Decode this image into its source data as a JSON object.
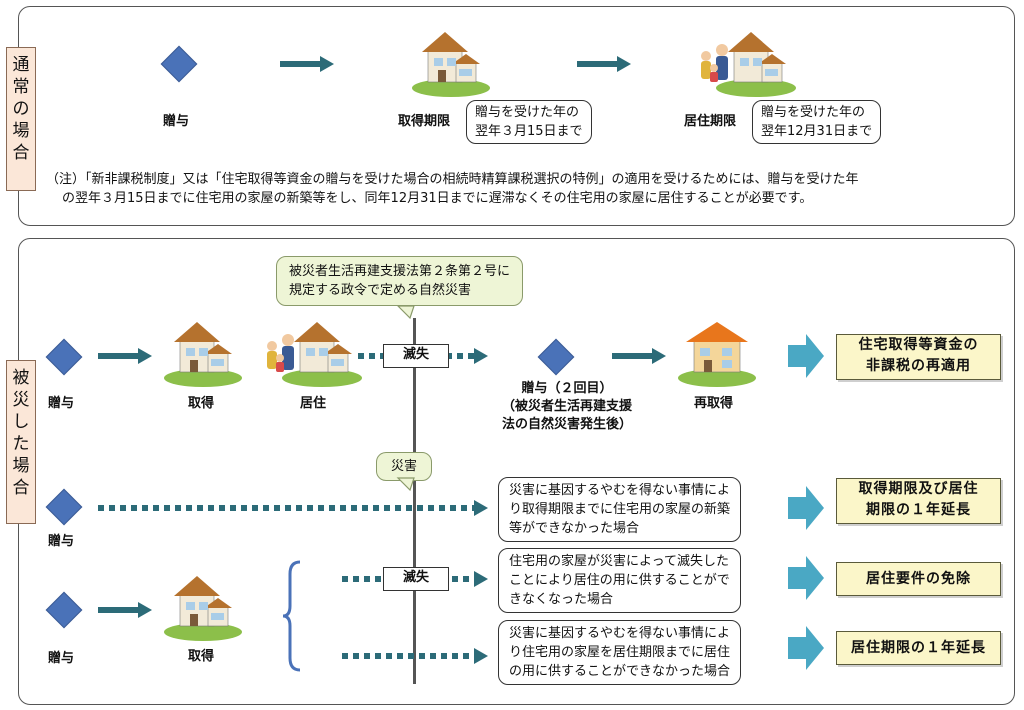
{
  "normal": {
    "side_label": [
      "通",
      "常",
      "の",
      "場",
      "合"
    ],
    "gift_label": "贈与",
    "acquire_label": "取得期限",
    "acquire_deadline": [
      "贈与を受けた年の",
      "翌年３月15日まで"
    ],
    "reside_label": "居住期限",
    "reside_deadline": [
      "贈与を受けた年の",
      "翌年12月31日まで"
    ],
    "note_line1": "（注）「新非課税制度」又は「住宅取得等資金の贈与を受けた場合の相続時精算課税選択の特例」の適用を受けるためには、贈与を受けた年",
    "note_line2": "の翌年３月15日までに住宅用の家屋の新築等をし、同年12月31日までに遅滞なくその住宅用の家屋に居住することが必要です。"
  },
  "disaster": {
    "side_label": [
      "被",
      "災",
      "し",
      "た",
      "場",
      "合"
    ],
    "callout1": [
      "被災者生活再建支援法第２条第２号に",
      "規定する政令で定める自然災害"
    ],
    "callout2": "災害",
    "row1": {
      "gift": "贈与",
      "acquire": "取得",
      "reside": "居住",
      "loss": "滅失",
      "gift2": [
        "贈与（２回目）",
        "（被災者生活再建支援",
        "法の自然災害発生後）"
      ],
      "reacquire": "再取得",
      "result": [
        "住宅取得等資金の",
        "非課税の再適用"
      ]
    },
    "row2": {
      "gift": "贈与",
      "condition": [
        "災害に基因するやむを得ない事情によ",
        "り取得期限までに住宅用の家屋の新築",
        "等ができなかった場合"
      ],
      "result": [
        "取得期限及び居住",
        "期限の１年延長"
      ]
    },
    "row3": {
      "gift": "贈与",
      "acquire": "取得",
      "loss": "滅失",
      "condition_a": [
        "住宅用の家屋が災害によって滅失した",
        "ことにより居住の用に供することがで",
        "きなくなった場合"
      ],
      "result_a": "居住要件の免除",
      "condition_b": [
        "災害に基因するやむを得ない事情によ",
        "り住宅用の家屋を居住期限までに居住",
        "の用に供することができなかった場合"
      ],
      "result_b": "居住期限の１年延長"
    }
  },
  "colors": {
    "arrow": "#2c6b78",
    "diamond": "#4a72b8",
    "result_bg": "#fbf6c9",
    "callout_bg": "#eef5d6",
    "side_bg": "#fbe7d8"
  },
  "icons": [
    "diamond-icon",
    "house-icon",
    "family-house-icon",
    "arrow-icon",
    "block-arrow-icon"
  ]
}
